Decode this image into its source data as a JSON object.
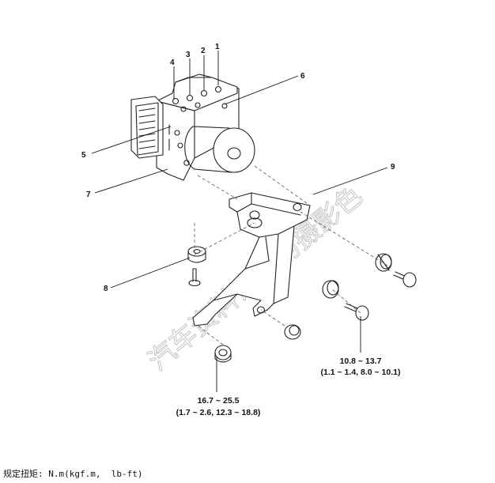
{
  "callouts": {
    "c1": "1",
    "c2": "2",
    "c3": "3",
    "c4": "4",
    "c5": "5",
    "c6": "6",
    "c7": "7",
    "c8": "8",
    "c9": "9"
  },
  "torque": {
    "upper_line1": "10.8 ~ 13.7",
    "upper_line2": "(1.1 ~ 1.4, 8.0 ~ 10.1)",
    "lower_line1": "16.7 ~ 25.5",
    "lower_line2": "(1.7 ~ 2.6, 12.3 ~ 18.8)"
  },
  "watermark": "汽车资料论坛的摄影色",
  "footer": "规定扭矩: N.m(kgf.m,  lb-ft)"
}
